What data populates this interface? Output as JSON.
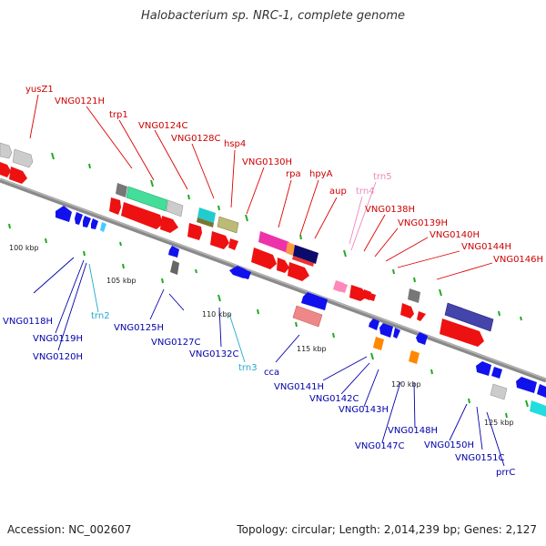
{
  "title": "Halobacterium sp. NRC-1, complete genome",
  "footer": {
    "accession": "Accession: NC_002607",
    "summary": "Topology: circular; Length: 2,014,239 bp; Genes: 2,127"
  },
  "colors": {
    "forward_label": "#cc0000",
    "reverse_label": "#0000aa",
    "trna_forward": "#ee88bb",
    "trna_reverse": "#22aacc",
    "backbone": "#888888",
    "tick": "#22aa22"
  },
  "kbp_ticks": [
    "100 kbp",
    "105 kbp",
    "110 kbp",
    "115 kbp",
    "120 kbp",
    "125 kbp"
  ],
  "forward_labels": [
    "yusZ1",
    "VNG0121H",
    "trp1",
    "VNG0124C",
    "VNG0128C",
    "hsp4",
    "VNG0130H",
    "rpa",
    "hpyA",
    "aup",
    "trn5",
    "trn4",
    "VNG0138H",
    "VNG0139H",
    "VNG0140H",
    "VNG0144H",
    "VNG0146H"
  ],
  "reverse_labels": [
    "VNG0118H",
    "VNG0119H",
    "VNG0120H",
    "trn2",
    "VNG0125H",
    "VNG0127C",
    "VNG0132C",
    "trn3",
    "cca",
    "VNG0141H",
    "VNG0142C",
    "VNG0143H",
    "VNG0147C",
    "VNG0148H",
    "VNG0150H",
    "VNG0151C",
    "prrC"
  ]
}
